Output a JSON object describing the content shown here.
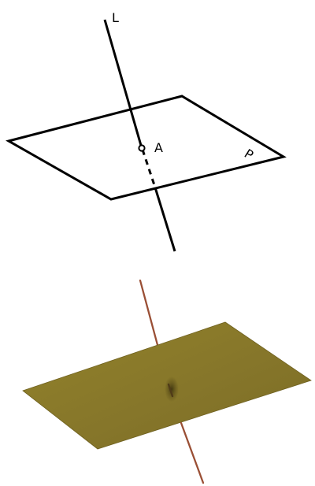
{
  "labels": {
    "line": "L",
    "point": "A",
    "plane": "P"
  },
  "colors": {
    "ink": "#000000",
    "background": "#ffffff",
    "plane_fill": "#8c7b28",
    "plane_shadow": "#5a4d17",
    "rod": "#9a4f35"
  }
}
